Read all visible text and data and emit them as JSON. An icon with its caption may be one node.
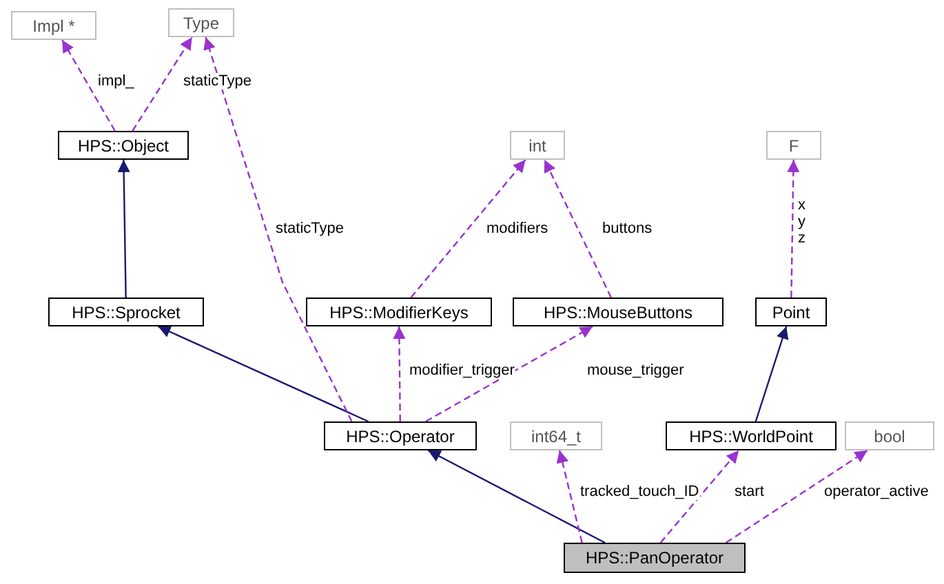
{
  "diagram": {
    "nodes": [
      {
        "text": [
          "Impl *"
        ]
      },
      {
        "text": [
          "Type"
        ]
      },
      {
        "text": [
          "HPS::Object"
        ]
      },
      {
        "text": [
          "int"
        ]
      },
      {
        "text": [
          "F"
        ]
      },
      {
        "text": [
          "HPS::Sprocket"
        ]
      },
      {
        "text": [
          "HPS::ModifierKeys"
        ]
      },
      {
        "text": [
          "HPS::MouseButtons"
        ]
      },
      {
        "text": [
          "Point"
        ]
      },
      {
        "text": [
          "HPS::Operator"
        ]
      },
      {
        "text": [
          "int64_t"
        ]
      },
      {
        "text": [
          "HPS::WorldPoint"
        ]
      },
      {
        "text": [
          "bool"
        ]
      },
      {
        "text": [
          "HPS::PanOperator"
        ]
      }
    ],
    "edges": [
      {
        "from": 2,
        "to": 0,
        "arrow": "to",
        "label": "impl_",
        "style": "dashed"
      },
      {
        "from": 2,
        "to": 1,
        "arrow": "to",
        "label": "staticType",
        "style": "dashed"
      },
      {
        "from": 5,
        "to": 2,
        "arrow": "to",
        "color": "#191970"
      },
      {
        "from": 9,
        "to": 5,
        "arrow": "to",
        "color": "#191970"
      },
      {
        "from": 9,
        "to": 1,
        "arrow": "to",
        "label": "staticType",
        "style": "dashed"
      },
      {
        "from": 6,
        "to": 3,
        "arrow": "to",
        "label": "modifiers",
        "style": "dashed"
      },
      {
        "from": 7,
        "to": 3,
        "arrow": "to",
        "label": "buttons",
        "style": "dashed"
      },
      {
        "from": 8,
        "to": 4,
        "arrow": "to",
        "label": "x y z",
        "style": "dashed"
      },
      {
        "from": 9,
        "to": 6,
        "arrow": "to",
        "label": "modifier_trigger",
        "style": "dashed"
      },
      {
        "from": 9,
        "to": 7,
        "arrow": "to",
        "label": "mouse_trigger",
        "style": "dashed"
      },
      {
        "from": 11,
        "to": 8,
        "arrow": "to",
        "color": "#191970"
      },
      {
        "from": 13,
        "to": 9,
        "arrow": "to",
        "color": "#191970"
      },
      {
        "from": 13,
        "to": 10,
        "arrow": "to",
        "label": "tracked_touch_ID",
        "style": "dashed"
      },
      {
        "from": 13,
        "to": 11,
        "arrow": "to",
        "label": "start",
        "style": "dashed"
      },
      {
        "from": 13,
        "to": 12,
        "arrow": "to",
        "label": "operator_active",
        "style": "dashed"
      }
    ]
  }
}
